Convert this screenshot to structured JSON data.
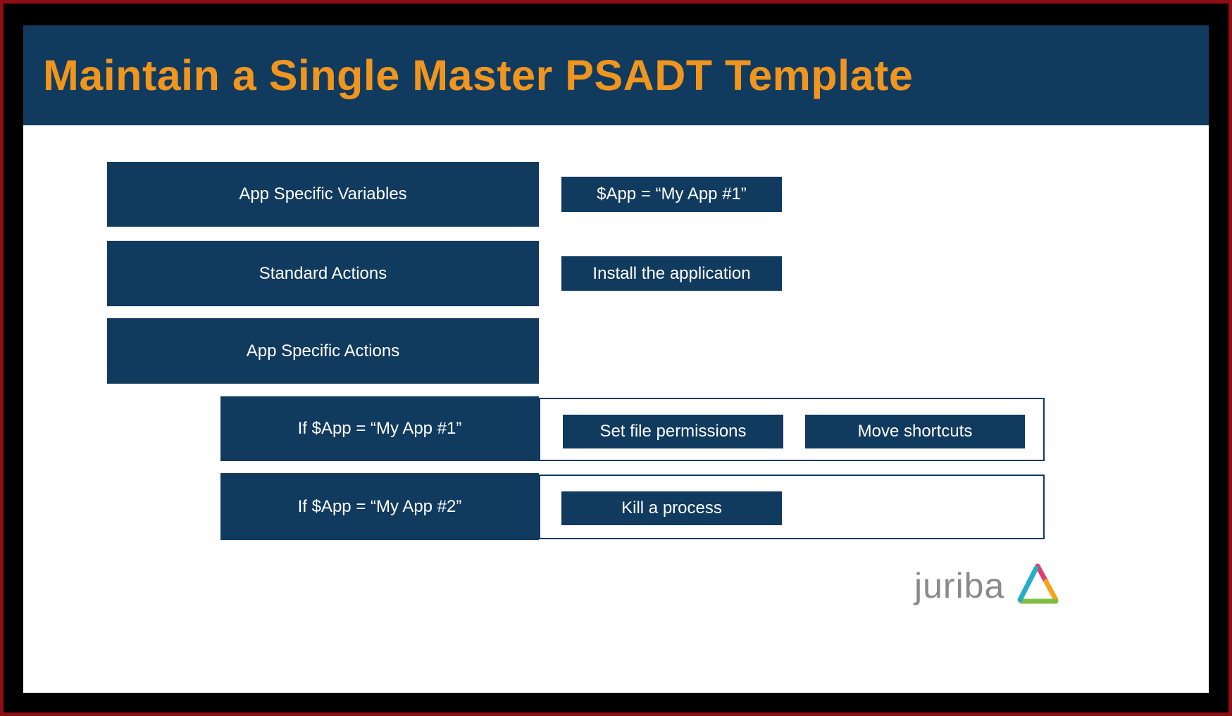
{
  "title": "Maintain a Single Master PSADT Template",
  "rows": [
    {
      "label": "App Specific Variables",
      "detail": "$App = “My App #1”"
    },
    {
      "label": "Standard Actions",
      "detail": "Install the application"
    },
    {
      "label": "App Specific Actions"
    }
  ],
  "conditions": [
    {
      "label": "If $App = “My App #1”",
      "actions": [
        "Set file permissions",
        "Move shortcuts"
      ]
    },
    {
      "label": "If $App = “My App #2”",
      "actions": [
        "Kill a process"
      ]
    }
  ],
  "logo": {
    "text": "juriba"
  },
  "colors": {
    "navy": "#113a5f",
    "title_orange": "#f0961e",
    "border_red": "#8e0e13",
    "frame_black": "#000000",
    "logo_gray": "#8a8a8a"
  }
}
